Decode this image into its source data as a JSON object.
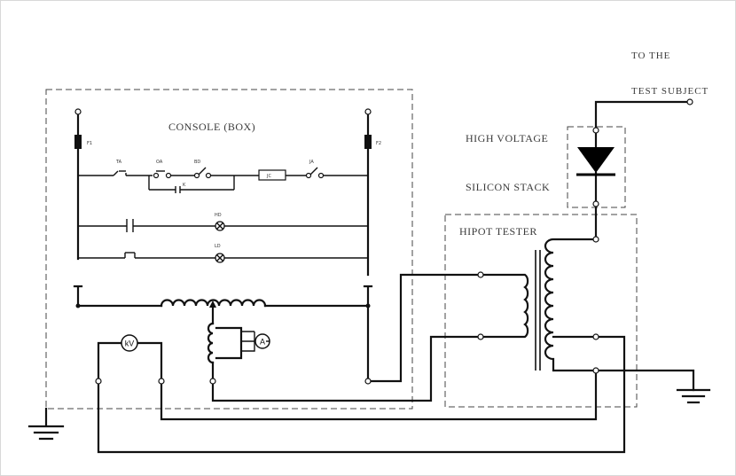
{
  "labels": {
    "to_the": "TO THE",
    "test_subject": "TEST SUBJECT",
    "console_box": "CONSOLE (BOX)",
    "high_voltage": "HIGH VOLTAGE",
    "silicon_stack": "SILICON STACK",
    "hipot_tester": "HIPOT TESTER"
  },
  "components": {
    "fuse_1": "F1",
    "fuse_2": "F2",
    "contact_ta": "TA",
    "contact_oa": "OA",
    "contact_bd": "BD",
    "contact_ja": "JA",
    "contact_k": "K",
    "relay_coil": "JC",
    "lamp_hd": "HD",
    "lamp_ld": "LD",
    "meter_kv": "kV",
    "meter_a": "A"
  },
  "colors": {
    "wire": "#111111",
    "label": "#3a3a3a",
    "dashed_box": "#444444",
    "diode": "#000000"
  }
}
